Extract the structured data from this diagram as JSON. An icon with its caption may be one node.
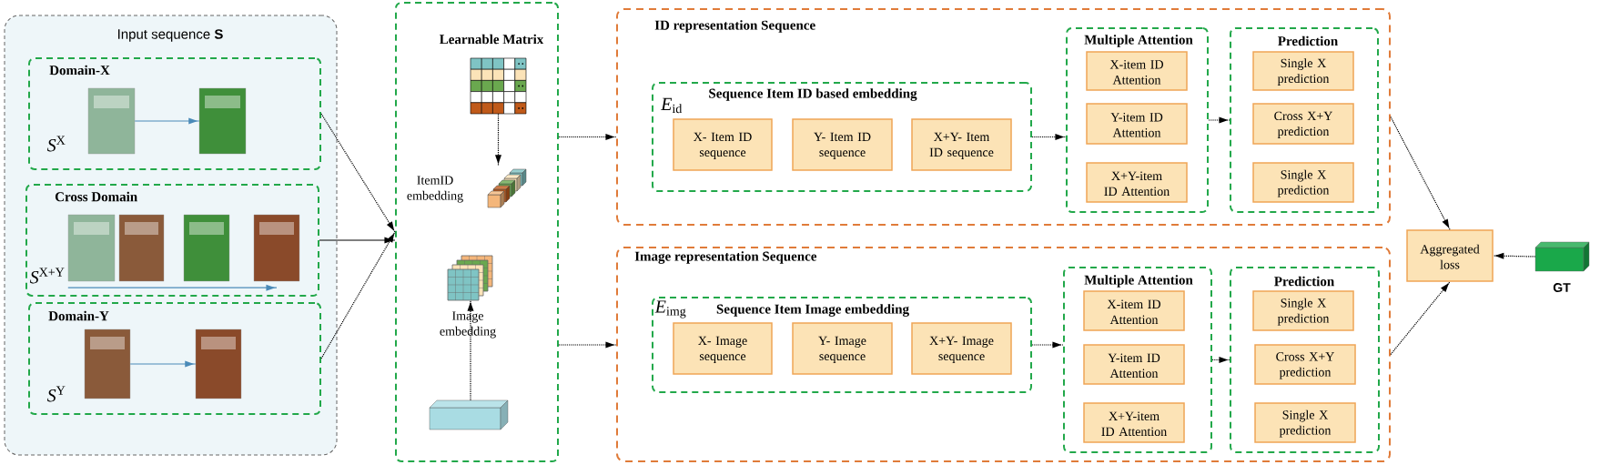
{
  "diagram": {
    "nodes": [
      {
        "text": [
          "Input sequence **S**"
        ]
      },
      {
        "text": [
          "Domain-X"
        ],
        "in": 0
      },
      {
        "text": [],
        "shape": "picture",
        "in": 1
      },
      {
        "text": [],
        "shape": "picture",
        "in": 1
      },
      {
        "text": [
          "Cross Domain"
        ],
        "in": 0
      },
      {
        "text": [],
        "shape": "picture",
        "in": 4
      },
      {
        "text": [],
        "shape": "picture",
        "in": 4
      },
      {
        "text": [],
        "shape": "picture",
        "in": 4
      },
      {
        "text": [],
        "shape": "picture",
        "in": 4
      },
      {
        "text": [
          "Domain-Y"
        ],
        "in": 0
      },
      {
        "text": [],
        "shape": "picture",
        "in": 9
      },
      {
        "text": [],
        "shape": "picture",
        "in": 9
      },
      {
        "text": [],
        "shape": "box"
      },
      {
        "text": [
          "Learnable Matrix"
        ],
        "in": 12
      },
      {
        "text": [],
        "shape": "picture",
        "beside": [
          "ItemID embedding"
        ],
        "in": 12
      },
      {
        "text": [],
        "shape": "picture",
        "beside": [
          "Image embedding"
        ],
        "in": 12
      },
      {
        "text": [],
        "shape": "box",
        "in": 12
      },
      {
        "text": [
          "ID representation Sequence"
        ]
      },
      {
        "text": [
          "*E*$_{id}$",
          "Sequence Item ID based embedding"
        ],
        "in": 17
      },
      {
        "text": [
          "X- Item ID sequence"
        ],
        "in": 18
      },
      {
        "text": [
          "Y- Item ID sequence"
        ],
        "in": 18
      },
      {
        "text": [
          "X+Y- Item ID sequence"
        ],
        "in": 18
      },
      {
        "text": [
          "Multiple Attention"
        ],
        "in": 17
      },
      {
        "text": [
          "X-item ID Attention"
        ],
        "in": 22
      },
      {
        "text": [
          "Y-item ID Attention"
        ],
        "in": 22
      },
      {
        "text": [
          "X+Y-item ID Attention"
        ],
        "in": 22
      },
      {
        "text": [
          "Prediction"
        ],
        "in": 17
      },
      {
        "text": [
          "Single X prediction"
        ],
        "in": 26
      },
      {
        "text": [
          "Cross X+Y prediction"
        ],
        "in": 26
      },
      {
        "text": [
          "Single X prediction"
        ],
        "in": 26
      },
      {
        "text": [
          "Image representation Sequence"
        ]
      },
      {
        "text": [
          "*E*$_{img}$",
          "Sequence Item Image embedding"
        ],
        "in": 30
      },
      {
        "text": [
          "X- Image sequence"
        ],
        "in": 31
      },
      {
        "text": [
          "Y- Image sequence"
        ],
        "in": 31
      },
      {
        "text": [
          "X+Y- Image sequence"
        ],
        "in": 31
      },
      {
        "text": [
          "Multiple Attention"
        ],
        "in": 30
      },
      {
        "text": [
          "X-item ID Attention"
        ],
        "in": 35
      },
      {
        "text": [
          "Y-item ID Attention"
        ],
        "in": 35
      },
      {
        "text": [
          "X+Y-item ID Attention"
        ],
        "in": 35
      },
      {
        "text": [
          "Prediction"
        ],
        "in": 30
      },
      {
        "text": [
          "Single X prediction"
        ],
        "in": 39
      },
      {
        "text": [
          "Cross X+Y prediction"
        ],
        "in": 39
      },
      {
        "text": [
          "Single X prediction"
        ],
        "in": 39
      },
      {
        "text": [
          "Aggregated loss"
        ]
      },
      {
        "text": [
          "GT"
        ]
      }
    ],
    "edges": [
      {
        "from": 2,
        "to": 3,
        "arrow": "to",
        "color": "#4a8ab8"
      },
      {
        "from": 10,
        "to": 11,
        "arrow": "to",
        "color": "#4a8ab8"
      },
      {
        "from": 5,
        "to": 8,
        "arrow": "to",
        "color": "#4a8ab8"
      },
      {
        "from": 1,
        "to": 12,
        "arrow": "to",
        "style": "dashed"
      },
      {
        "from": 4,
        "to": 12,
        "arrow": "to"
      },
      {
        "from": 9,
        "to": 12,
        "arrow": "to",
        "style": "dashed"
      },
      {
        "from": 13,
        "to": 14,
        "arrow": "to",
        "style": "dashed"
      },
      {
        "from": 16,
        "to": 15,
        "arrow": "to",
        "style": "dashed"
      },
      {
        "from": 12,
        "to": 17,
        "arrow": "to",
        "style": "dashed"
      },
      {
        "from": 12,
        "to": 30,
        "arrow": "to",
        "style": "dashed"
      },
      {
        "from": 18,
        "to": 22,
        "arrow": "to",
        "style": "dashed"
      },
      {
        "from": 22,
        "to": 26,
        "arrow": "to",
        "style": "dashed"
      },
      {
        "from": 31,
        "to": 35,
        "arrow": "to",
        "style": "dashed"
      },
      {
        "from": 35,
        "to": 39,
        "arrow": "to",
        "style": "dashed"
      },
      {
        "from": 17,
        "to": 43,
        "arrow": "to",
        "style": "dashed"
      },
      {
        "from": 30,
        "to": 43,
        "arrow": "to",
        "style": "dashed"
      },
      {
        "from": 44,
        "to": 43,
        "arrow": "to",
        "style": "dashed"
      }
    ],
    "labels": [
      "*S*$^{X}$",
      "*S*$^{X+Y}$",
      "*S*$^{Y}$"
    ]
  }
}
